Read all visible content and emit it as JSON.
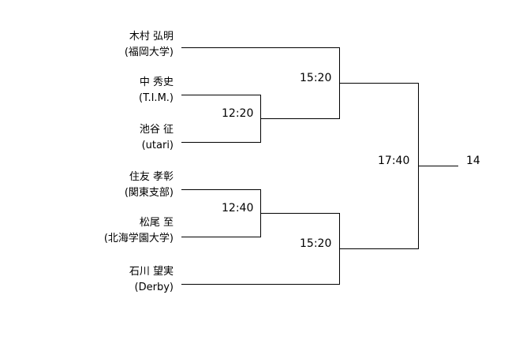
{
  "players": [
    {
      "name": "木村 弘明",
      "team": "(福岡大学)"
    },
    {
      "name": "中 秀史",
      "team": "(T.I.M.)"
    },
    {
      "name": "池谷 征",
      "team": "(utari)"
    },
    {
      "name": "住友 孝彰",
      "team": "(関東支部)"
    },
    {
      "name": "松尾 至",
      "team": "(北海学園大学)"
    },
    {
      "name": "石川 望実",
      "team": "(Derby)"
    }
  ],
  "times": {
    "r1_top": "12:20",
    "r1_bottom": "12:40",
    "semi_top": "15:20",
    "semi_bottom": "15:20",
    "final": "17:40"
  },
  "result": "14"
}
